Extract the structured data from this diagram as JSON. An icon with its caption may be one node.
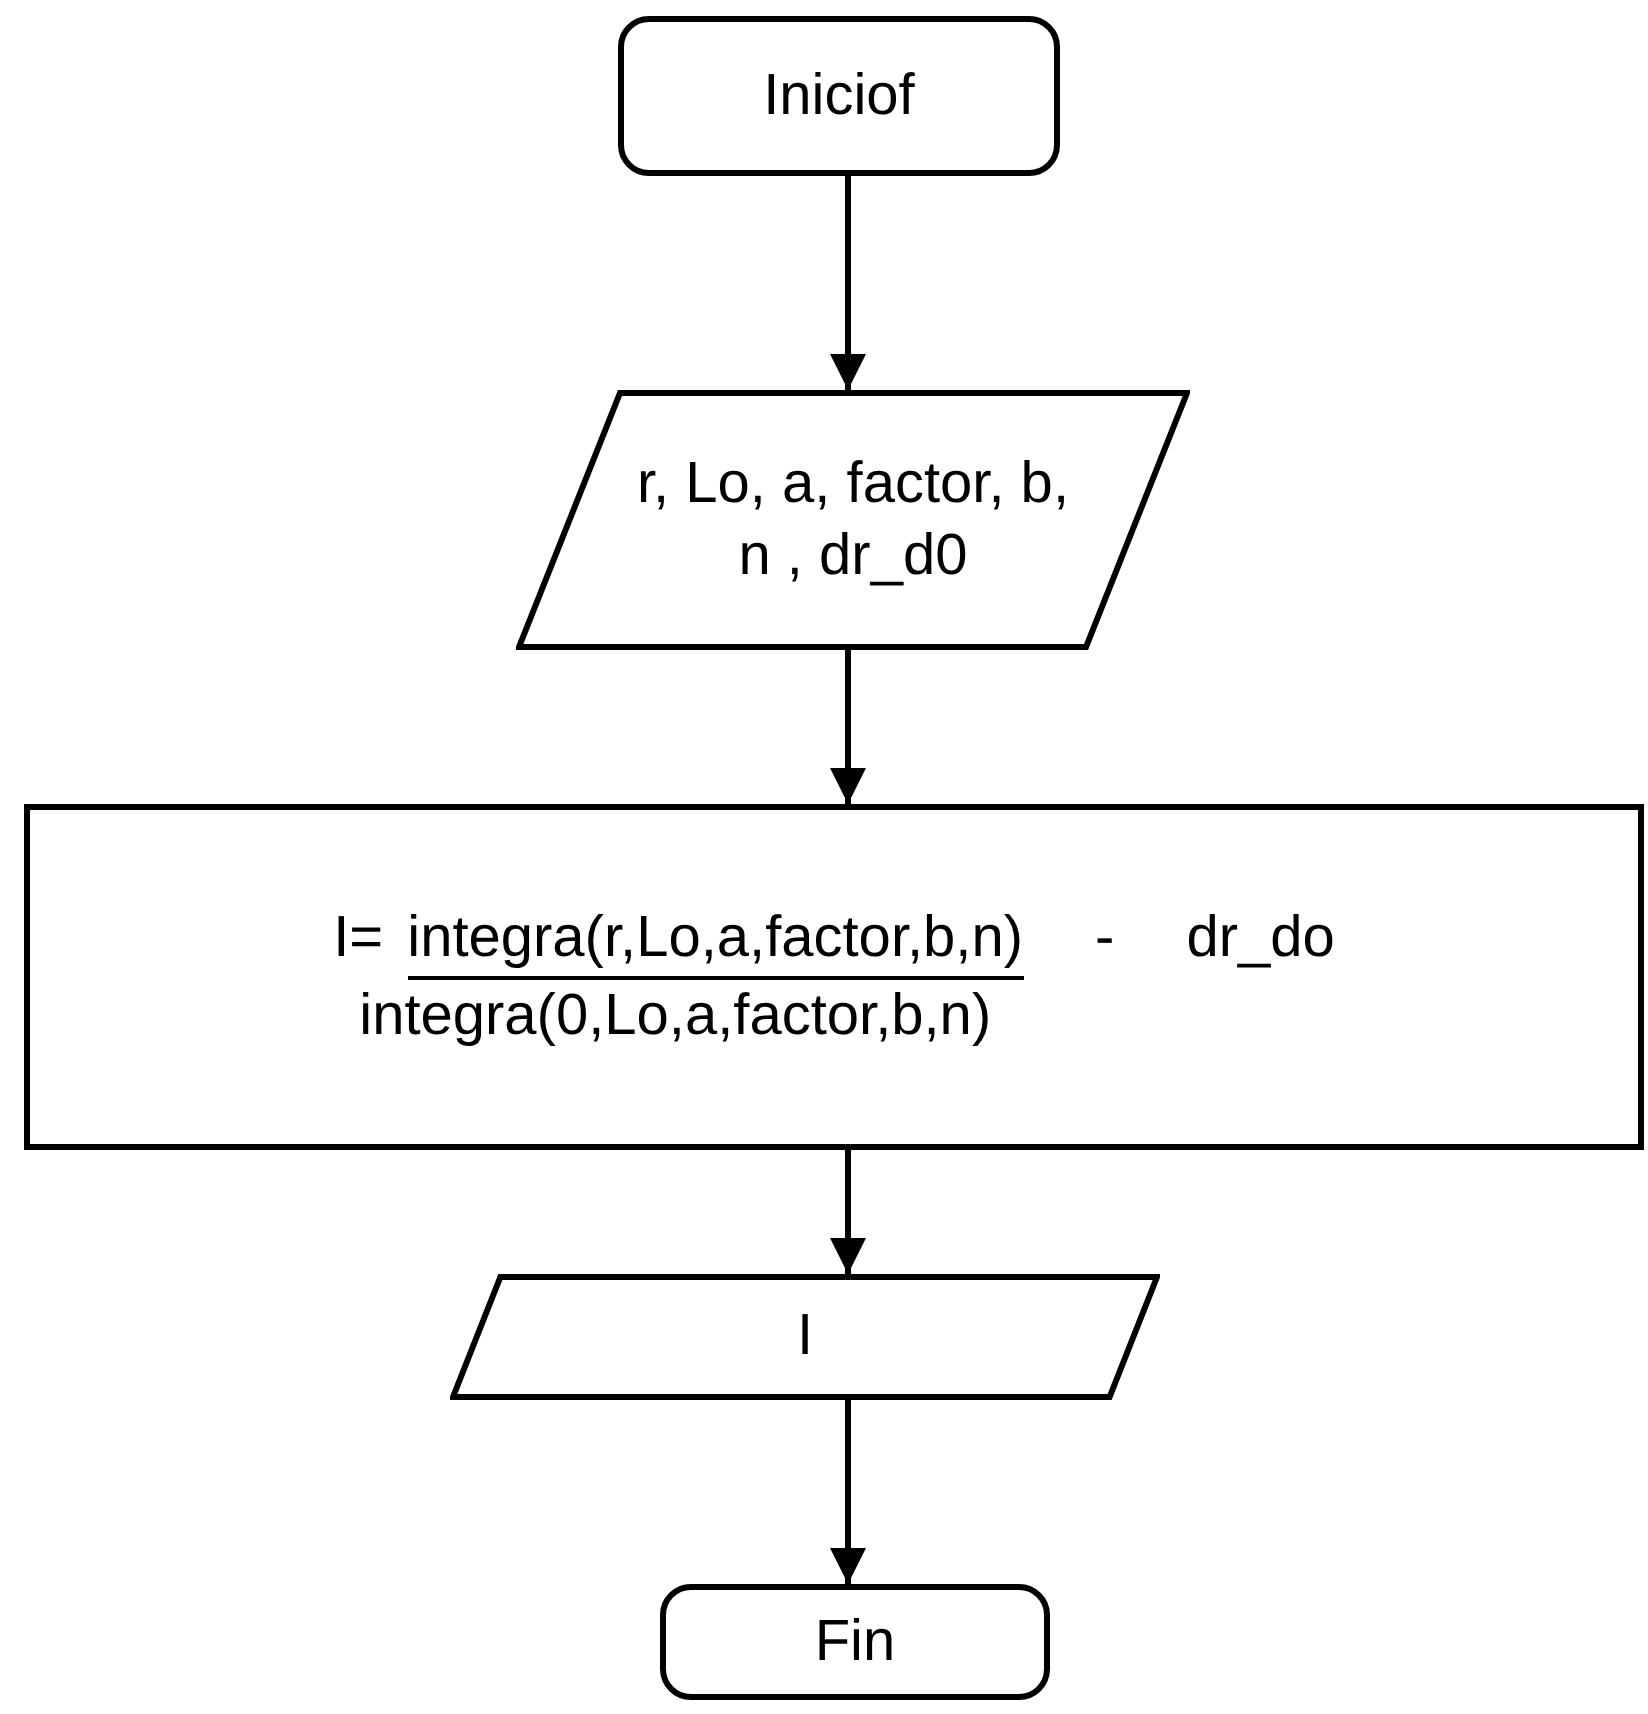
{
  "diagram": {
    "nodes": [
      {
        "text": [
          "Iniciof"
        ]
      },
      {
        "text": [
          "r, Lo, a, factor, b, n , dr_d0"
        ]
      },
      {
        "text": [
          "I=",
          "integra(r,Lo,a,factor,b,n)",
          "integra(0,Lo,a,factor,b,n)",
          "-",
          "dr_do"
        ]
      },
      {
        "text": [
          "I"
        ]
      },
      {
        "text": [
          "Fin"
        ]
      }
    ],
    "edges": [
      {
        "from": 0,
        "to": 1,
        "arrow": "to"
      },
      {
        "from": 1,
        "to": 2,
        "arrow": "to"
      },
      {
        "from": 2,
        "to": 3,
        "arrow": "to"
      },
      {
        "from": 3,
        "to": 4,
        "arrow": "to"
      }
    ]
  }
}
